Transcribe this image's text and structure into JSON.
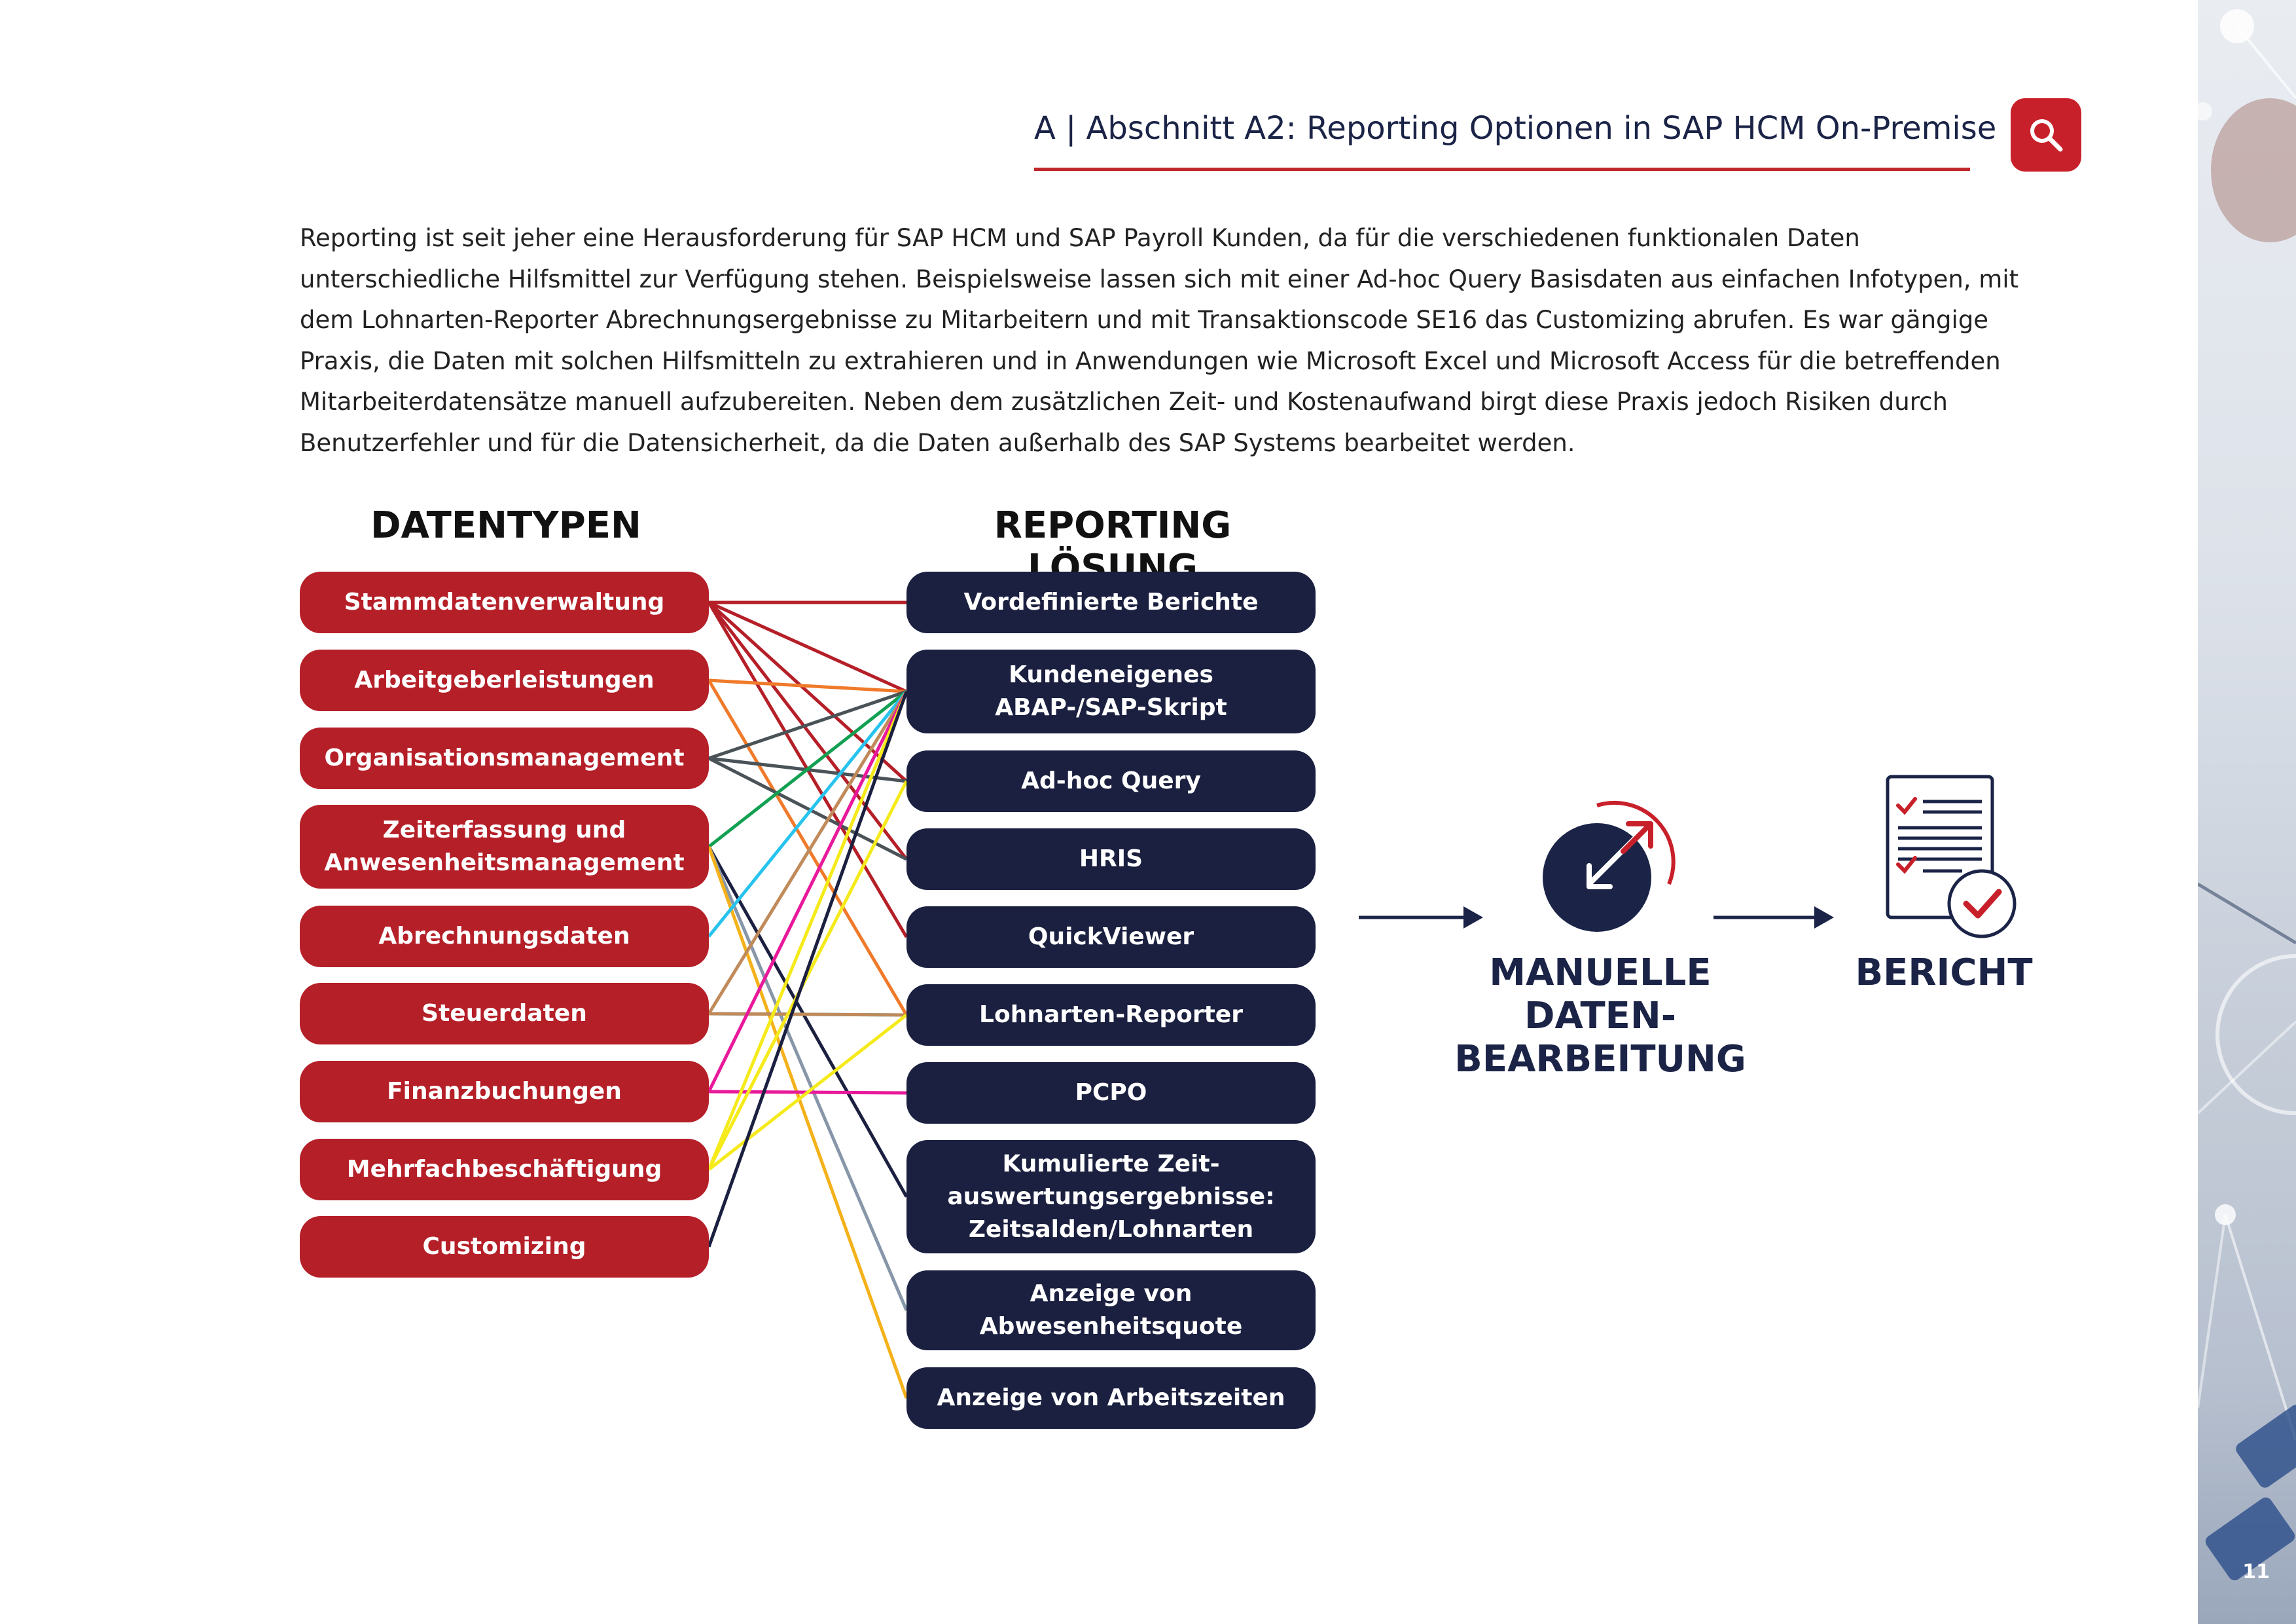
{
  "header": {
    "title": "A | Abschnitt A2: Reporting Optionen in SAP HCM On-Premise",
    "search_icon": "search-icon"
  },
  "intro_text": "Reporting ist seit jeher eine Herausforderung für SAP HCM und SAP Payroll Kunden, da für die verschiedenen funktionalen Daten unterschiedliche Hilfsmittel zur Verfügung stehen. Beispielsweise lassen sich mit einer Ad-hoc Query Basisdaten aus einfachen Infotypen, mit dem Lohnarten-Reporter Abrechnungsergebnisse zu Mitarbeitern und mit Transaktionscode SE16 das Customizing abrufen. Es war gängige Praxis, die Daten mit solchen Hilfsmitteln zu extrahieren und in Anwendungen wie Microsoft Excel und Microsoft Access für die betreffenden Mitarbeiterdatensätze manuell aufzubereiten. Neben dem zusätzlichen Zeit- und Kostenaufwand birgt diese Praxis jedoch Risiken durch Benutzerfehler und für die Datensicherheit, da die Daten außerhalb des SAP Systems bearbeitet werden.",
  "diagram": {
    "left_heading": "DATENTYPEN",
    "right_heading": "REPORTING LÖSUNG",
    "data_types": [
      "Stammdatenverwaltung",
      "Arbeitgeberleistungen",
      "Organisationsmanagement",
      "Zeiterfassung und\nAnwesenheitsmanagement",
      "Abrechnungsdaten",
      "Steuerdaten",
      "Finanzbuchungen",
      "Mehrfachbeschäftigung",
      "Customizing"
    ],
    "solutions": [
      "Vordefinierte Berichte",
      "Kundeneigenes\nABAP-/SAP-Skript",
      "Ad-hoc Query",
      "HRIS",
      "QuickViewer",
      "Lohnarten-Reporter",
      "PCPO",
      "Kumulierte Zeit-\nauswertungsergebnisse:\nZeitsalden/Lohnarten",
      "Anzeige von\nAbwesenheitsquote",
      "Anzeige von Arbeitszeiten"
    ],
    "connections": [
      {
        "from": 0,
        "to": 0,
        "color": "#b51f28"
      },
      {
        "from": 0,
        "to": 1,
        "color": "#b51f28"
      },
      {
        "from": 0,
        "to": 2,
        "color": "#b51f28"
      },
      {
        "from": 0,
        "to": 3,
        "color": "#b51f28"
      },
      {
        "from": 0,
        "to": 4,
        "color": "#b51f28"
      },
      {
        "from": 1,
        "to": 1,
        "color": "#f07a2a"
      },
      {
        "from": 1,
        "to": 5,
        "color": "#f07a2a"
      },
      {
        "from": 2,
        "to": 1,
        "color": "#4a5358"
      },
      {
        "from": 2,
        "to": 2,
        "color": "#4a5358"
      },
      {
        "from": 2,
        "to": 3,
        "color": "#4a5358"
      },
      {
        "from": 3,
        "to": 1,
        "color": "#12a052"
      },
      {
        "from": 3,
        "to": 7,
        "color": "#1b2040"
      },
      {
        "from": 3,
        "to": 8,
        "color": "#8796a8"
      },
      {
        "from": 3,
        "to": 9,
        "color": "#f4b11a"
      },
      {
        "from": 4,
        "to": 1,
        "color": "#27c3ee"
      },
      {
        "from": 5,
        "to": 5,
        "color": "#27c3ee"
      },
      {
        "from": 5,
        "to": 1,
        "color": "#c08a5a"
      },
      {
        "from": 5,
        "to": 5,
        "color": "#c08a5a"
      },
      {
        "from": 6,
        "to": 1,
        "color": "#e8199a"
      },
      {
        "from": 6,
        "to": 6,
        "color": "#e8199a"
      },
      {
        "from": 7,
        "to": 1,
        "color": "#f5ea1a"
      },
      {
        "from": 7,
        "to": 2,
        "color": "#f5ea1a"
      },
      {
        "from": 7,
        "to": 5,
        "color": "#f5ea1a"
      },
      {
        "from": 8,
        "to": 1,
        "color": "#1b2040"
      }
    ],
    "process_step": "MANUELLE\nDATEN-\nBEARBEITUNG",
    "result_step": "BERICHT",
    "process_icon": "resize-clock-icon",
    "result_icon": "report-checklist-icon"
  },
  "colors": {
    "accent_red": "#b51f28",
    "navy": "#1b2040",
    "heading_navy": "#1b2447"
  },
  "page_number": "11"
}
